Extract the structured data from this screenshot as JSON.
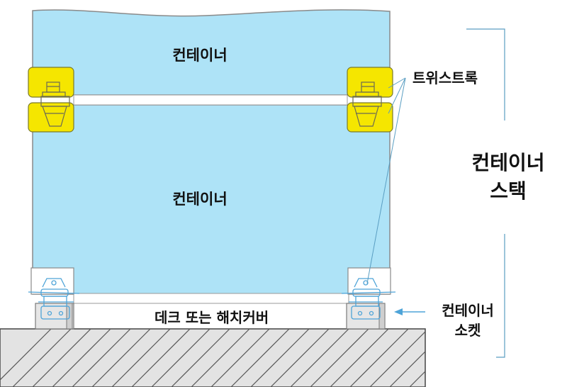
{
  "labels": {
    "container_top": "컨테이너",
    "container_bottom": "컨테이너",
    "twist_lock": "트위스트록",
    "container_stack_line1": "컨테이너",
    "container_stack_line2": "스택",
    "deck_or_hatch": "데크 또는 해치커버",
    "container_socket_line1": "컨테이너",
    "container_socket_line2": "소켓"
  },
  "colors": {
    "container_fill": "#aee3f7",
    "twistlock_fill": "#f5e600",
    "bracket_line": "#5a9ec2",
    "socket_line": "#4ea4d8",
    "ground_fill": "#e3e3e3"
  }
}
